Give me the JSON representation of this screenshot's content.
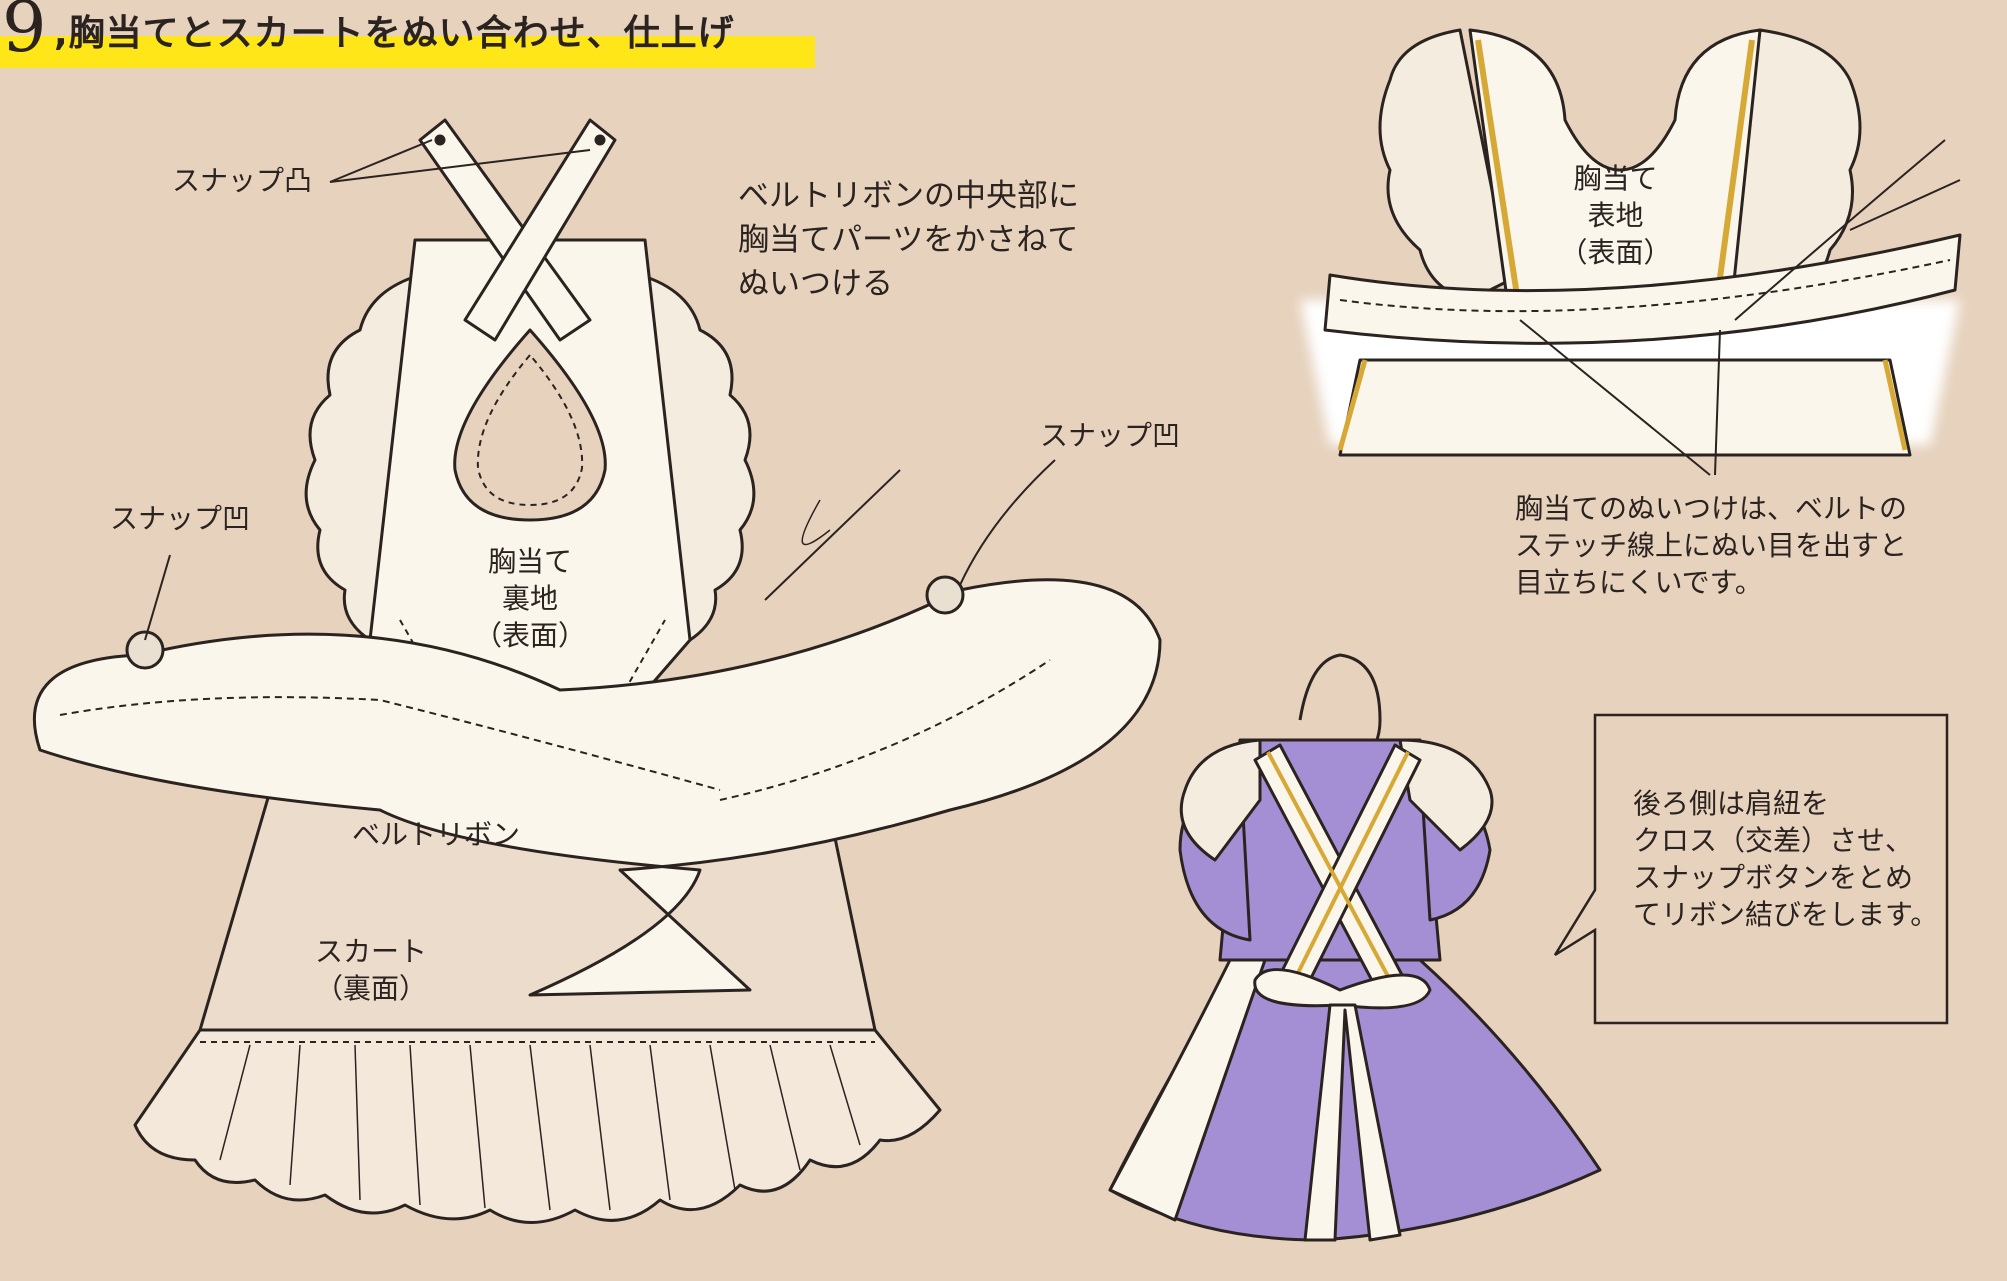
{
  "title": {
    "step_number": "9",
    "text": ",胸当てとスカートをぬい合わせ、仕上げ"
  },
  "labels": {
    "snap_convex": "スナップ凸",
    "snap_concave_left": "スナップ凹",
    "snap_concave_right": "スナップ凹",
    "belt_instruction": [
      "ベルトリボンの中央部に",
      "胸当てパーツをかさねて",
      "ぬいつける"
    ],
    "bib_back": [
      "胸当て",
      "裏地",
      "（表面）"
    ],
    "belt_ribbon": "ベルトリボン",
    "skirt": [
      "スカート",
      "（裏面）"
    ],
    "bib_front": [
      "胸当て",
      "表地",
      "（表面）"
    ],
    "stitch_tip": [
      "胸当てのぬいつけは、ベルトの",
      "ステッチ線上にぬい目を出すと",
      "目立ちにくいです。"
    ],
    "back_note": [
      "後ろ側は肩紐を",
      "クロス（交差）させ、",
      "スナップボタンをとめ",
      "てリボン結びをします。"
    ]
  },
  "colors": {
    "background": "#e6d2bd",
    "title_highlight": "#ffe619",
    "fabric_white": "#fbf6ec",
    "line": "#2b2320",
    "dress_purple": "#a48ed4",
    "trim_gold": "#d6a936",
    "skirt_inner": "#ecdccb"
  }
}
